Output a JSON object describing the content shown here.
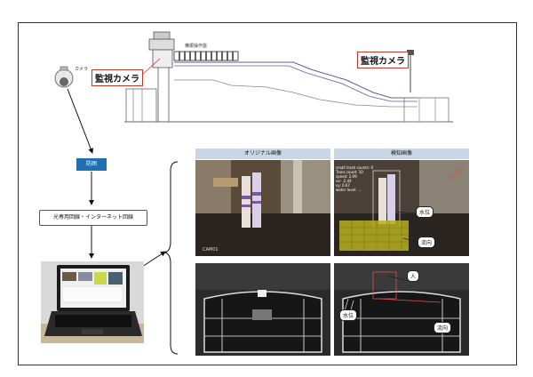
{
  "top": {
    "camera_text": "カメラ",
    "gate_label": "横振操作盤",
    "monitor_camera_left": "監視カメラ",
    "monitor_camera_right": "監視カメラ"
  },
  "flow": {
    "box1": "防囲",
    "box2": "光専用回線・インターネット回線"
  },
  "panels": {
    "header_left": "オリジナル画像",
    "header_right": "検知画像",
    "detect_overlay": [
      "small trash counts: 0",
      "Trans count: 10",
      "speed: 2.09",
      "vx: -2.44",
      "vy: 0.67",
      "water level: ..."
    ],
    "cam_tag": "CAM01",
    "callout_water1": "水位",
    "callout_flow1": "流向",
    "callout_person": "人",
    "callout_water2": "水位",
    "callout_flow2": "流向"
  }
}
